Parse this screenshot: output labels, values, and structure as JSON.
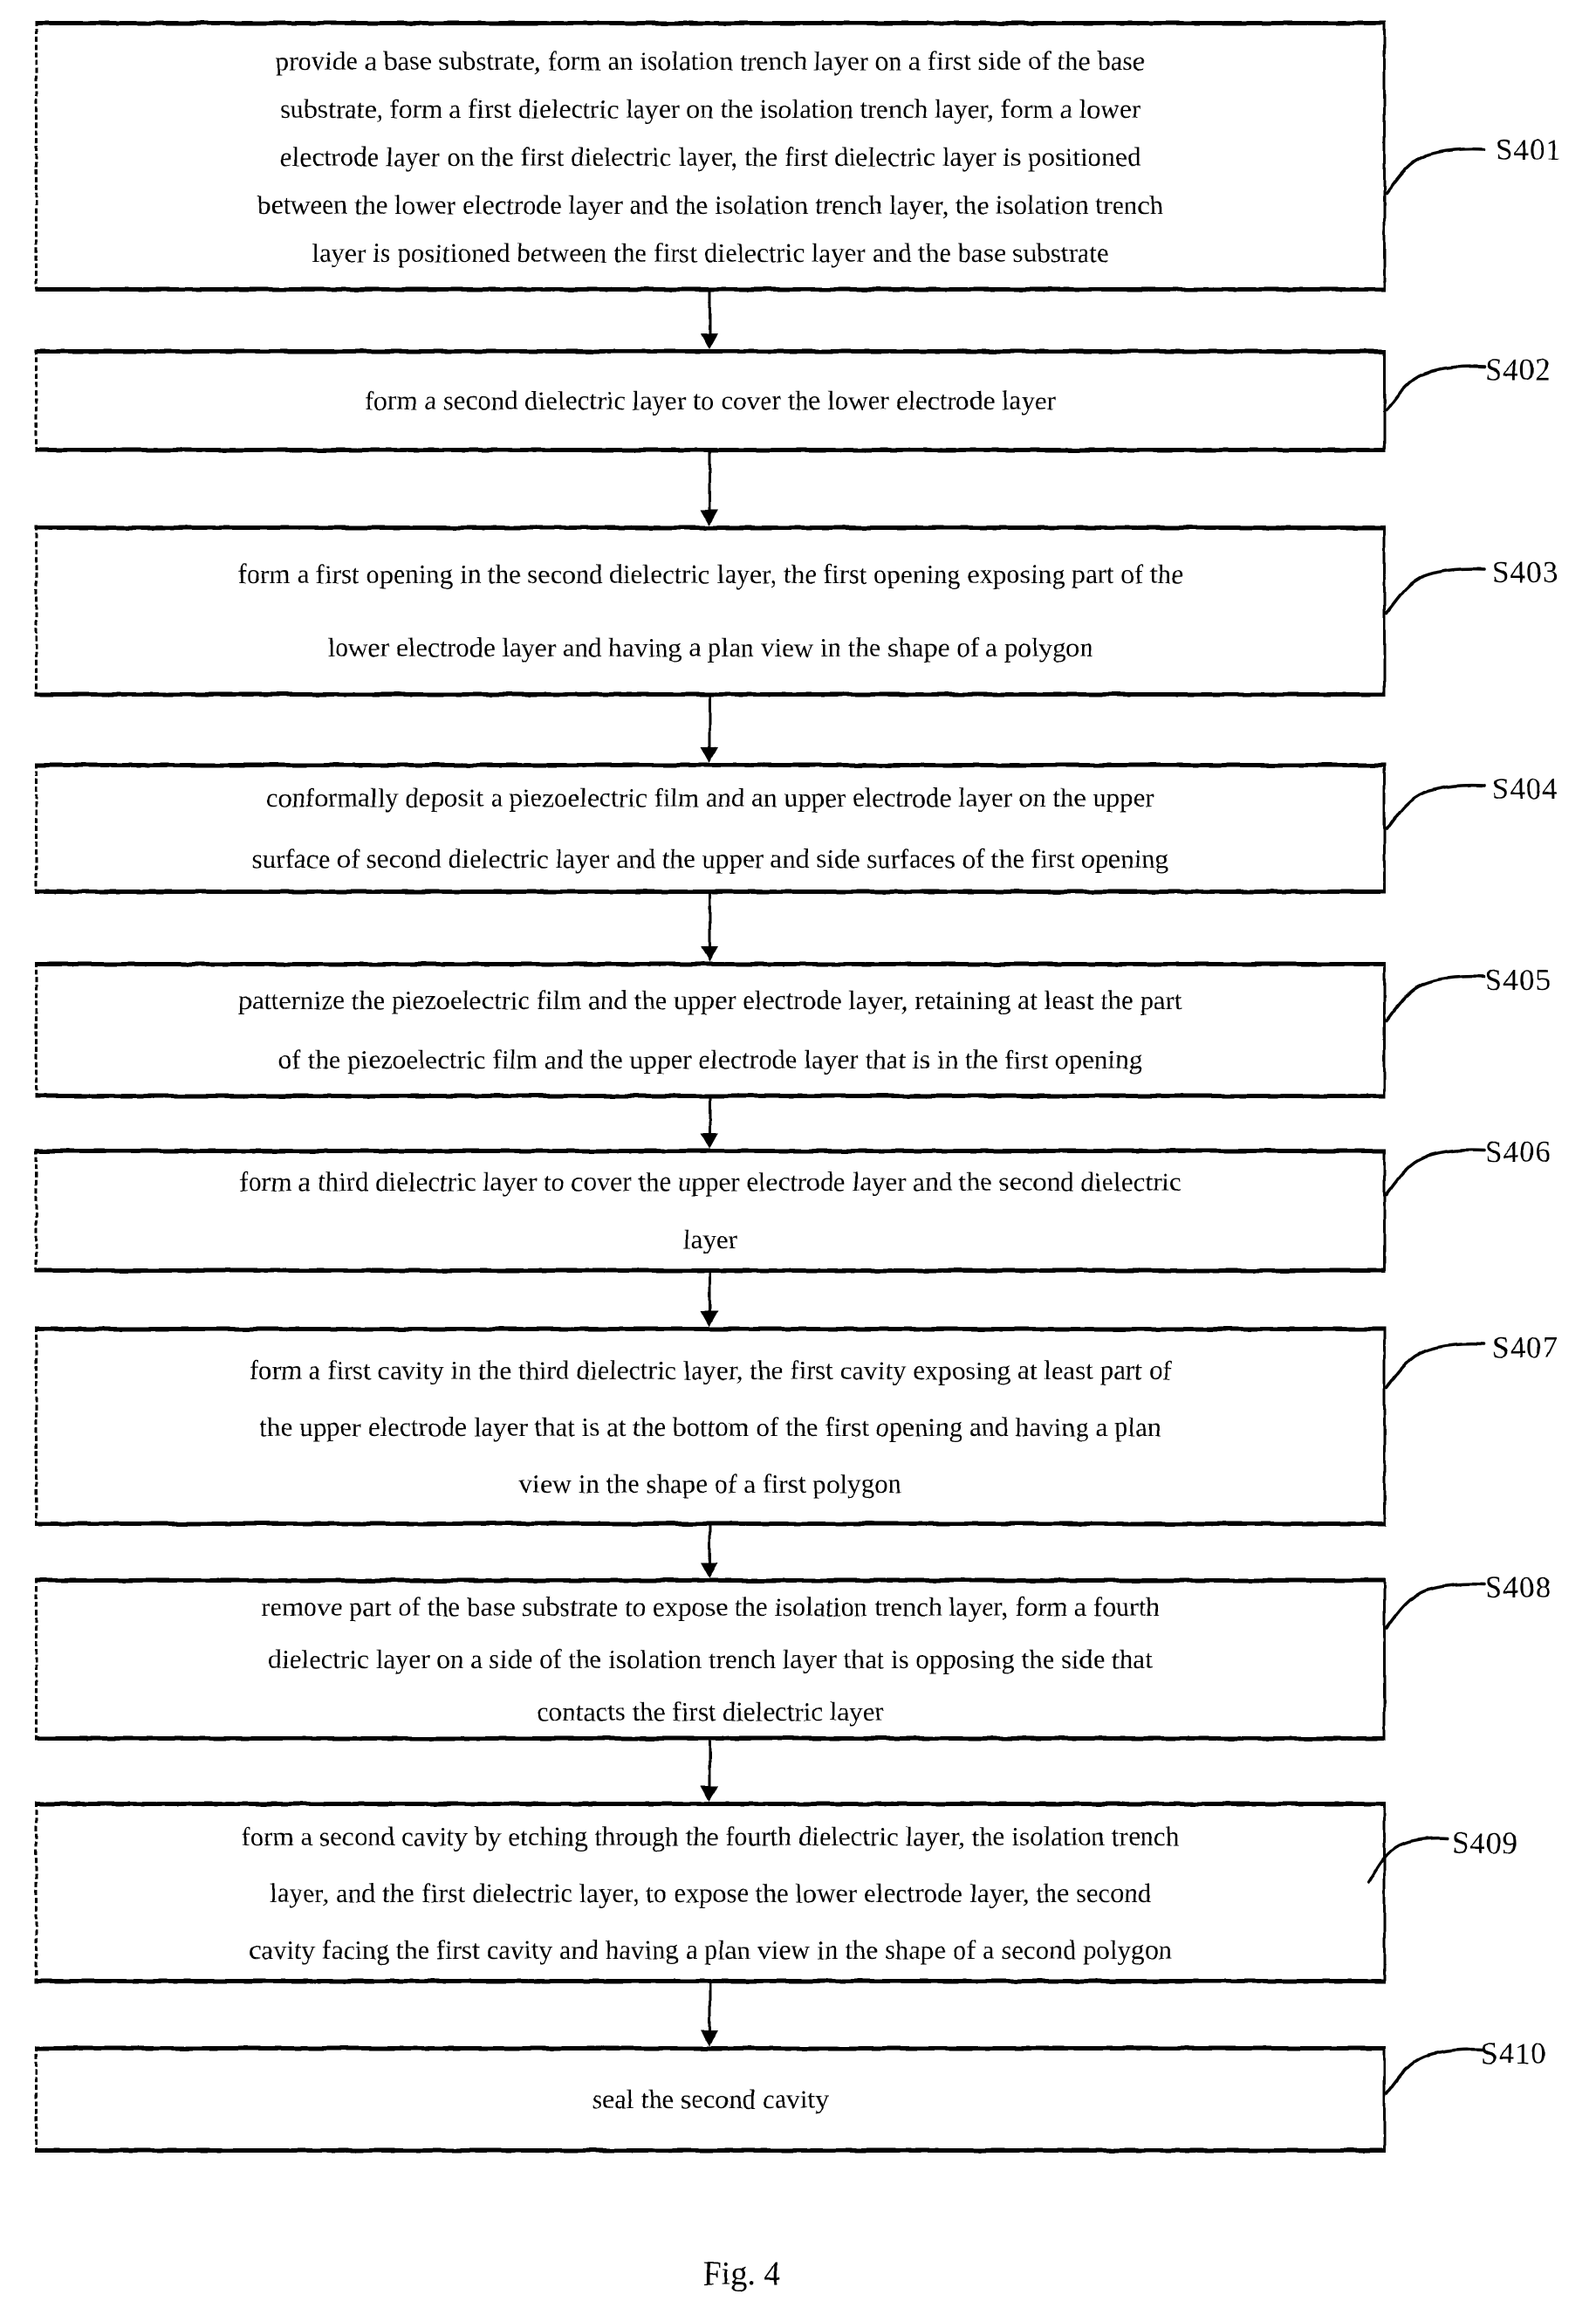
{
  "figure_caption": "Fig. 4",
  "colors": {
    "ink": "#000000",
    "background": "#ffffff"
  },
  "flowchart": {
    "direction": "top-to-bottom",
    "steps": [
      {
        "label": "S401",
        "text": "provide a base substrate, form an isolation trench layer on a first side of the base substrate, form a first dielectric layer on the isolation trench layer, form a lower electrode layer on the first dielectric layer, the first dielectric layer is positioned between the lower electrode layer and the isolation trench layer, the isolation trench layer is positioned between the first dielectric layer and the base substrate",
        "lines": [
          "provide a base substrate, form an isolation trench layer on a first side of the base",
          "substrate, form a first dielectric layer on the isolation trench layer, form a lower",
          "electrode layer on the first dielectric layer, the first dielectric layer is positioned",
          "between the lower electrode layer and the isolation trench layer, the isolation trench",
          "layer is positioned between the first dielectric layer and the base substrate"
        ]
      },
      {
        "label": "S402",
        "text": "form a second dielectric layer to cover the lower electrode layer",
        "lines": [
          "form a second dielectric layer to cover the lower electrode layer"
        ]
      },
      {
        "label": "S403",
        "text": "form a first opening in the second dielectric layer, the first opening exposing part of the lower electrode layer and having a plan view in the shape of a polygon",
        "lines": [
          "form a first opening in the second dielectric layer, the first opening exposing part of the",
          "lower electrode layer and having a plan view in the shape of a polygon"
        ]
      },
      {
        "label": "S404",
        "text": "conformally deposit a piezoelectric film and an upper electrode layer on the upper surface of second dielectric layer and the upper and side surfaces of the first opening",
        "lines": [
          "conformally deposit a piezoelectric film and an upper electrode layer on the upper",
          "surface of second dielectric layer and the upper and side surfaces of the first opening"
        ]
      },
      {
        "label": "S405",
        "text": "patternize the piezoelectric film and the upper electrode layer, retaining at least the part of the piezoelectric film and the upper electrode layer that is in the first opening",
        "lines": [
          "patternize the piezoelectric film and the upper electrode layer, retaining at least the part",
          "of the piezoelectric film and the upper electrode layer that is in the first opening"
        ]
      },
      {
        "label": "S406",
        "text": "form a third dielectric layer to cover the upper electrode layer and the second dielectric layer",
        "lines": [
          "form a third dielectric layer to cover the upper electrode layer and the second dielectric",
          "layer"
        ]
      },
      {
        "label": "S407",
        "text": "form a first cavity in the third dielectric layer, the first cavity exposing at least part of the upper electrode layer that is at the bottom of the first opening and having a plan view in the shape of a first polygon",
        "lines": [
          "form a first cavity in the third dielectric layer, the first cavity exposing at least part of",
          "the upper electrode layer that is at the bottom of the first opening and having a plan",
          "view in the shape of a first polygon"
        ]
      },
      {
        "label": "S408",
        "text": "remove part of the base substrate to expose the isolation trench layer, form a fourth dielectric layer on a side of the isolation trench layer that is opposing the side that contacts the first dielectric layer",
        "lines": [
          "remove part of the base substrate to expose the isolation trench layer, form a fourth",
          "dielectric layer on a side of the isolation trench layer that is opposing the side that",
          "contacts the first dielectric layer"
        ]
      },
      {
        "label": "S409",
        "text": "form a second cavity by etching through the fourth dielectric layer, the isolation trench layer, and the first dielectric layer, to expose the lower electrode layer, the second cavity facing the first cavity and having a plan view in the shape of a second polygon",
        "lines": [
          "form a second cavity by etching through the fourth dielectric layer, the isolation trench",
          "layer, and the first dielectric layer, to expose the lower electrode layer, the second",
          "cavity facing the first cavity and having a plan view in the shape of a second polygon"
        ]
      },
      {
        "label": "S410",
        "text": "seal the second cavity",
        "lines": [
          "seal the second cavity"
        ]
      }
    ]
  }
}
